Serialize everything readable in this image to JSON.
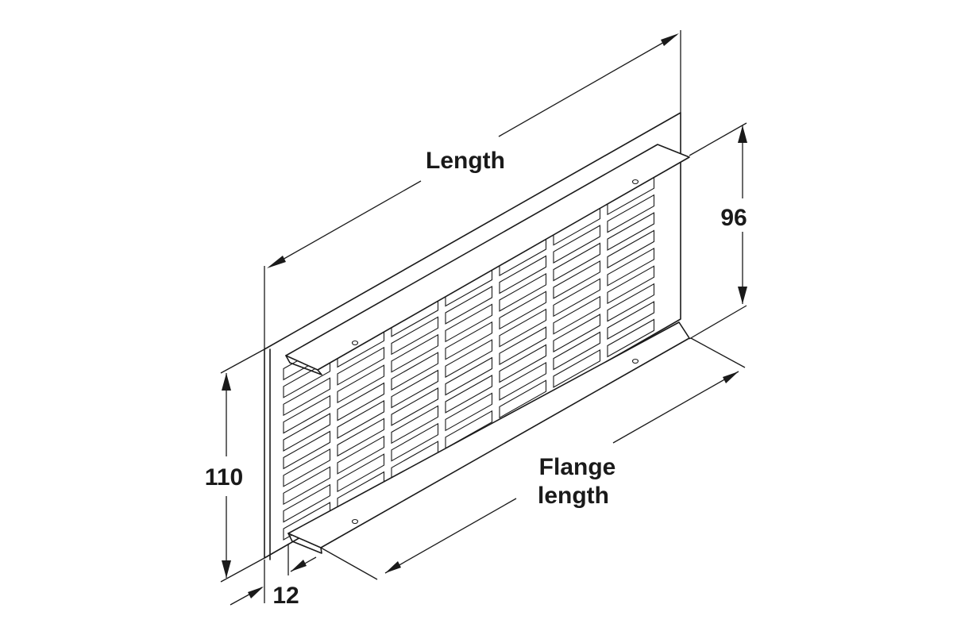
{
  "labels": {
    "length": "Length",
    "height_plate": "96",
    "height_total": "110",
    "flange_depth": "12",
    "flange_length_line1": "Flange",
    "flange_length_line2": "length"
  },
  "grille": {
    "slot_columns": 7,
    "slot_rows": 10
  },
  "colors": {
    "line": "#1a1a1a",
    "background": "#ffffff"
  }
}
